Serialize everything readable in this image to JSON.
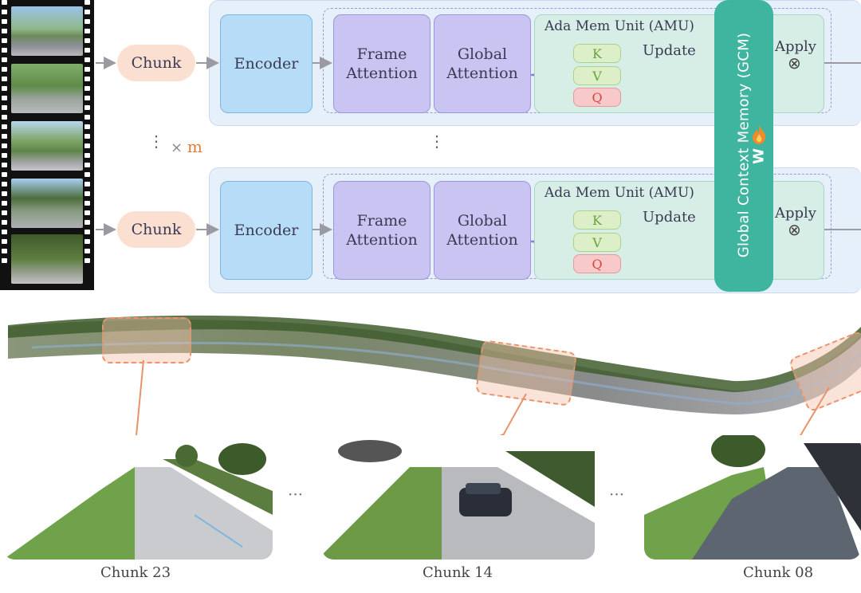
{
  "pipeline": {
    "chunk_label": "Chunk",
    "encoder_label": "Encoder",
    "frame_attention": [
      "Frame",
      "Attention"
    ],
    "global_attention": [
      "Global",
      "Attention"
    ],
    "amu_title": "Ada Mem Unit (AMU)",
    "k_label": "K",
    "v_label": "V",
    "q_label": "Q",
    "update_label": "Update",
    "apply_label": "Apply",
    "apply_symbol": "⊗",
    "gcm_label": "Global Context Memory (GCM)",
    "w_label": "W",
    "repeat_dots": "⋮",
    "repeat_times": "×",
    "repeat_m": "m"
  },
  "colors": {
    "chunk": "#fbe0d2",
    "encoder": "#b7dcf7",
    "attention": "#c9c4f1",
    "amu": "#d7eee6",
    "gcm": "#3fb59f",
    "highlight": "#e8936a"
  },
  "reconstruction": {
    "captions": [
      "Chunk 23",
      "Chunk 14",
      "Chunk 08"
    ],
    "ellipsis": "···"
  }
}
